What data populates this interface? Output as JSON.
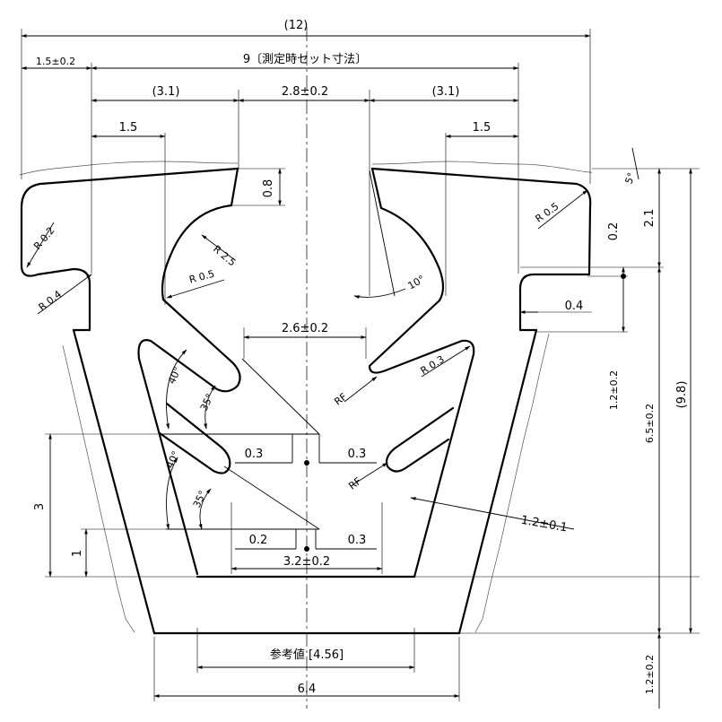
{
  "dimensions": {
    "overall_width": "(12)",
    "set_width": "9〔測定時セット寸法〕",
    "left_lip": "1.5±0.2",
    "left_span": "(3.1)",
    "right_span": "(3.1)",
    "gap_top": "2.8±0.2",
    "left_1_5": "1.5",
    "right_1_5": "1.5",
    "lip_0_8": "0.8",
    "gap_mid": "2.6±0.2",
    "gap_bottom": "3.2±0.2",
    "off_03_a": "0.3",
    "off_03_b": "0.3",
    "off_02": "0.2",
    "off_03_c": "0.3",
    "height_3": "3",
    "height_1": "1",
    "thickness": "1.2±0.1",
    "right_0_2": "0.2",
    "right_0_4": "0.4",
    "right_1_2": "1.2±0.2",
    "right_2_1": "2.1",
    "right_6_5": "6.5±0.2",
    "right_9_8": "(9.8)",
    "bottom_1_2": "1.2±0.2",
    "ref_value": "参考値 [4.56]",
    "base_width": "6.4"
  },
  "radii": {
    "r02": "R 0.2",
    "r04": "R 0.4",
    "r25": "R 2.5",
    "r05_left": "R 0.5",
    "r05_right": "R 0.5",
    "r03": "R 0.3",
    "rf1": "RF",
    "rf2": "RF"
  },
  "angles": {
    "a40_top": "40°",
    "a35_top": "35°",
    "a40_bot": "40°",
    "a35_bot": "35°",
    "a10": "10°",
    "a5": "5°"
  }
}
